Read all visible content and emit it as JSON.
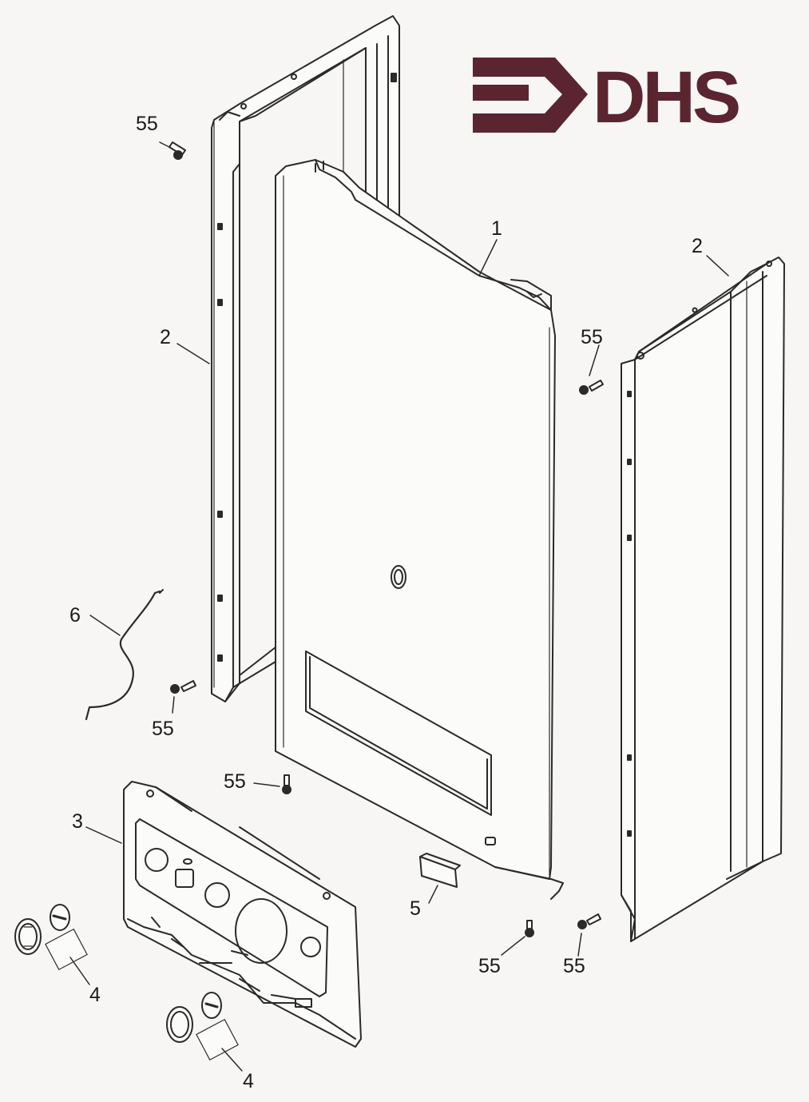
{
  "logo": {
    "text": "DHS",
    "color": "#5a2430"
  },
  "callouts": {
    "front_panel": "1",
    "side_left": "2",
    "side_right": "2",
    "control_fascia": "3",
    "knob_left": "4",
    "knob_right": "4",
    "window": "5",
    "cable": "6",
    "screw_top_left": "55",
    "screw_right": "55",
    "screw_mid_left": "55",
    "screw_center": "55",
    "screw_bottom_center": "55",
    "screw_bottom_right": "55"
  },
  "colors": {
    "line": "#2a2a2a",
    "paper": "#f7f6f4",
    "panel": "#fbfbfa"
  }
}
